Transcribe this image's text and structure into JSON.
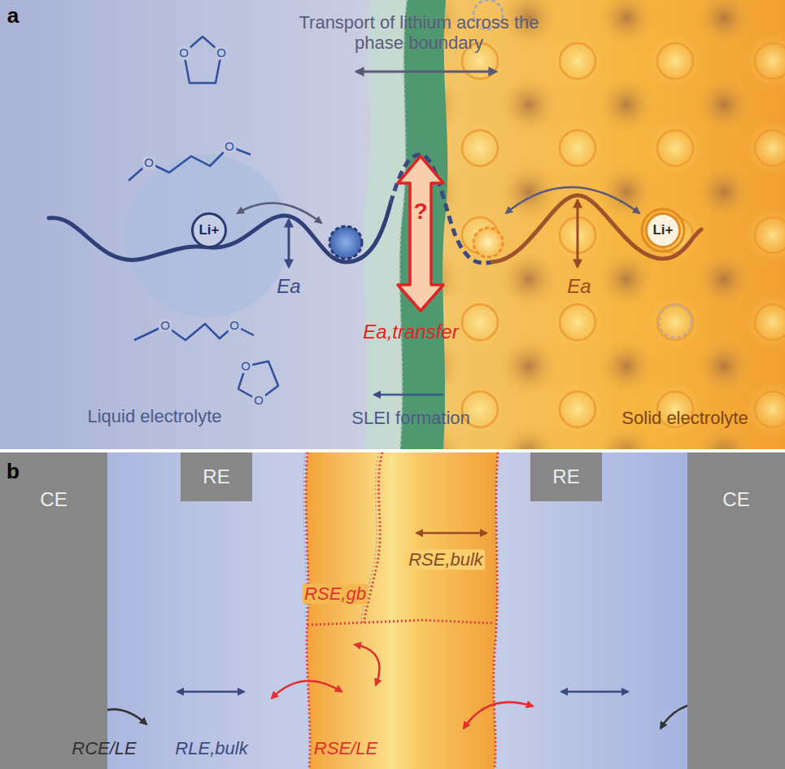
{
  "diagram": {
    "nodes": [
      {
        "text": [
          "Li+"
        ]
      },
      {
        "text": [
          "Li+"
        ]
      },
      {
        "text": [
          "CE"
        ]
      },
      {
        "text": [
          "RE"
        ]
      },
      {
        "text": [
          "RE"
        ]
      },
      {
        "text": [
          "CE"
        ]
      }
    ],
    "labels": [
      "a",
      "Transport of lithium across the phase boundary",
      "Ea",
      "?",
      "Ea,transfer",
      "Ea",
      "Liquid electrolyte",
      "SLEI formation",
      "Solid electrolyte",
      "b",
      "RSE,bulk",
      "RSE,gb",
      "RCE/LE",
      "RLE,bulk",
      "RSE/LE",
      "O",
      "O",
      "O",
      "O",
      "O",
      "O",
      "O",
      "O"
    ]
  }
}
